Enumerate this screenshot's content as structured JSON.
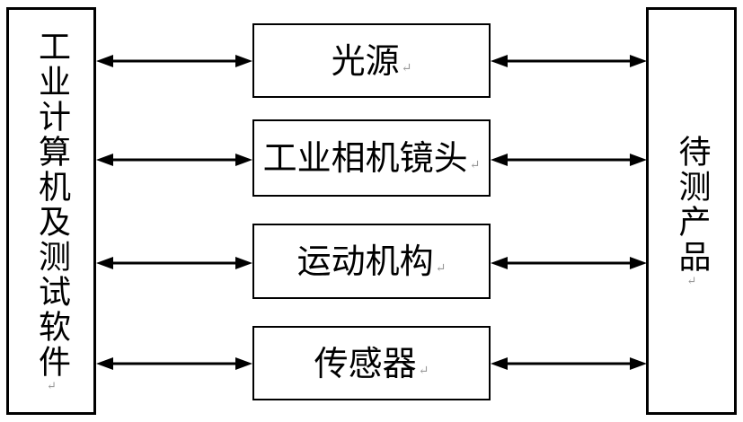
{
  "diagram": {
    "nodes": {
      "left": {
        "label": "工业计算机及测试软件"
      },
      "right": {
        "label": "待测产品"
      },
      "middle": [
        {
          "label": "光源"
        },
        {
          "label": "工业相机镜头"
        },
        {
          "label": "运动机构"
        },
        {
          "label": "传感器"
        }
      ]
    },
    "format_mark": "↵",
    "colors": {
      "line": "#000000",
      "box_fill": "#ffffff",
      "background": "#ffffff",
      "format_mark": "#9a9a9a"
    }
  }
}
